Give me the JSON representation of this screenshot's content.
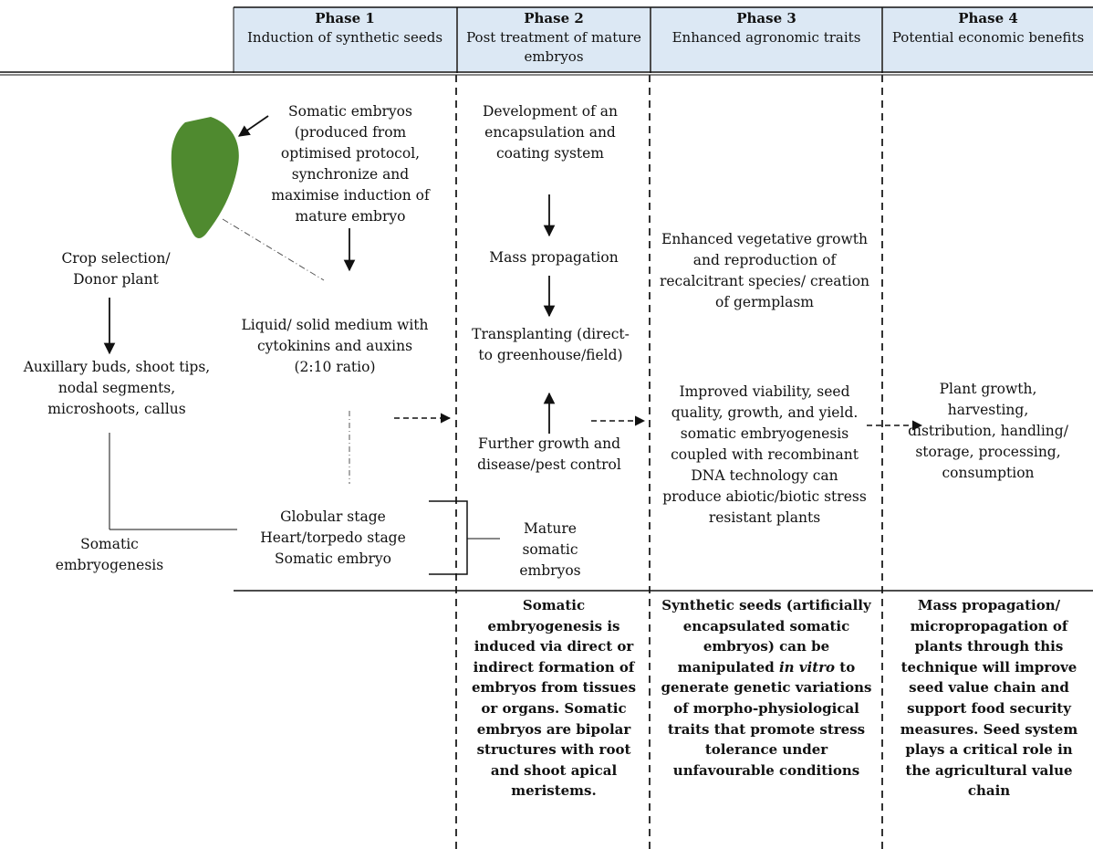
{
  "header": {
    "phases": [
      {
        "title": "Phase 1",
        "subtitle": "Induction of synthetic seeds"
      },
      {
        "title": "Phase 2",
        "subtitle": "Post treatment of mature embryos"
      },
      {
        "title": "Phase 3",
        "subtitle": "Enhanced agronomic traits"
      },
      {
        "title": "Phase 4",
        "subtitle": "Potential economic benefits"
      }
    ]
  },
  "left_column": {
    "crop_selection": "Crop selection/ Donor plant",
    "explants": "Auxillary buds, shoot tips, nodal segments, microshoots, callus",
    "somatic_embryogenesis": "Somatic embryogenesis"
  },
  "phase1": {
    "somatic_embryos": "Somatic embryos (produced from optimised protocol, synchronize and maximise induction of mature embryo",
    "medium": "Liquid/ solid medium with cytokinins and auxins (2:10 ratio)",
    "stages": [
      "Globular stage",
      "Heart/torpedo stage",
      "Somatic embryo"
    ]
  },
  "phase2": {
    "encapsulation": "Development of an encapsulation and coating system",
    "mass_propagation": "Mass propagation",
    "transplanting": "Transplanting (direct- to greenhouse/field)",
    "further_growth": "Further growth and disease/pest control",
    "mature_embryos": "Mature somatic embryos"
  },
  "phase3": {
    "enhanced_growth": "Enhanced vegetative growth and reproduction of recalcitrant species/ creation of germplasm",
    "improved_viability": "Improved viability, seed quality, growth, and yield. somatic embryogenesis coupled with recombinant DNA technology can produce abiotic/biotic stress resistant plants"
  },
  "phase4": {
    "plant_growth": "Plant growth, harvesting, distribution, handling/ storage, processing, consumption"
  },
  "summaries": {
    "phase2": "Somatic embryogenesis is induced via direct or indirect formation of embryos from tissues or organs. Somatic embryos are bipolar structures with root and shoot apical meristems.",
    "phase3_before": "Synthetic seeds (artificially encapsulated somatic embryos) can be manipulated",
    "phase3_italic": "in vitro",
    "phase3_after": "to generate genetic variations of morpho-physiological traits that promote stress tolerance under unfavourable conditions",
    "phase4": "Mass propagation/ micropropagation of plants through this technique will improve seed value chain and support food security measures. Seed system plays a critical role in the agricultural value chain"
  },
  "colors": {
    "header_fill": "#dce8f4",
    "leaf": "#4f8a2f"
  }
}
